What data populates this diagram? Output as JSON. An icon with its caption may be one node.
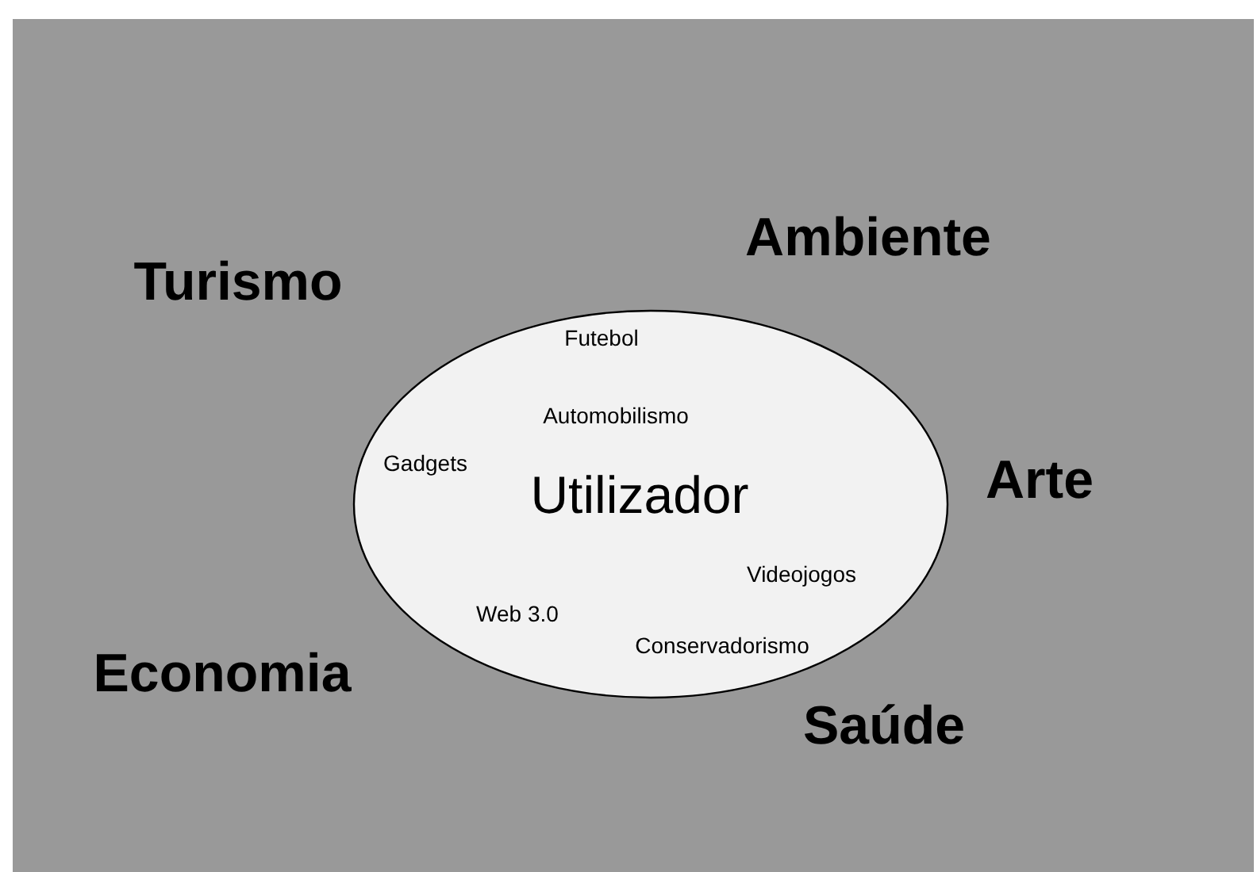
{
  "diagram": {
    "nodes": [
      {
        "text": [
          "Futebol",
          "Automobilismo",
          "Gadgets",
          "Utilizador",
          "Videojogos",
          "Web 3.0",
          "Conservadorismo"
        ]
      }
    ],
    "labels": [
      "Ambiente",
      "Turismo",
      "Arte",
      "Economia",
      "Saúde"
    ]
  }
}
